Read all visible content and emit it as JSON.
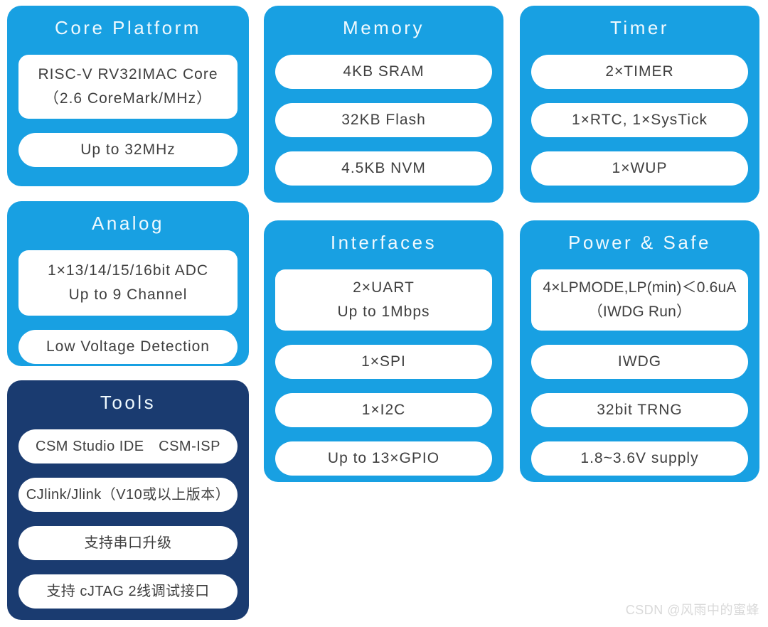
{
  "colors": {
    "card_blue": "#18A0E2",
    "card_navy": "#1A3B70",
    "pill_bg": "#FFFFFF",
    "pill_text": "#3F3F3F",
    "title_text": "#EFF9FE",
    "watermark_text": "#D9D9D9"
  },
  "watermark": {
    "text": "CSDN @风雨中的蜜蜂"
  },
  "cards": [
    {
      "id": "core-platform",
      "title": "Core Platform",
      "theme": "blue",
      "items": [
        {
          "lines": [
            "RISC-V RV32IMAC Core",
            "（2.6 CoreMark/MHz）"
          ]
        },
        {
          "lines": [
            "Up to 32MHz"
          ]
        }
      ]
    },
    {
      "id": "memory",
      "title": "Memory",
      "theme": "blue",
      "items": [
        {
          "lines": [
            "4KB SRAM"
          ]
        },
        {
          "lines": [
            "32KB Flash"
          ]
        },
        {
          "lines": [
            "4.5KB NVM"
          ]
        }
      ]
    },
    {
      "id": "timer",
      "title": "Timer",
      "theme": "blue",
      "items": [
        {
          "lines": [
            "2×TIMER"
          ]
        },
        {
          "lines": [
            "1×RTC, 1×SysTick"
          ]
        },
        {
          "lines": [
            "1×WUP"
          ]
        }
      ]
    },
    {
      "id": "analog",
      "title": "Analog",
      "theme": "blue",
      "items": [
        {
          "lines": [
            "1×13/14/15/16bit ADC",
            "Up to 9 Channel"
          ]
        },
        {
          "lines": [
            "Low Voltage Detection"
          ]
        }
      ]
    },
    {
      "id": "interfaces",
      "title": "Interfaces",
      "theme": "blue",
      "items": [
        {
          "lines": [
            "2×UART",
            "Up to 1Mbps"
          ]
        },
        {
          "lines": [
            "1×SPI"
          ]
        },
        {
          "lines": [
            "1×I2C"
          ]
        },
        {
          "lines": [
            "Up to 13×GPIO"
          ]
        }
      ]
    },
    {
      "id": "power-safe",
      "title": "Power & Safe",
      "theme": "blue",
      "items": [
        {
          "lines": [
            "4×LPMODE,LP(min)＜0.6uA",
            "（IWDG Run）"
          ]
        },
        {
          "lines": [
            "IWDG"
          ]
        },
        {
          "lines": [
            "32bit TRNG"
          ]
        },
        {
          "lines": [
            "1.8~3.6V supply"
          ]
        }
      ]
    },
    {
      "id": "tools",
      "title": "Tools",
      "theme": "navy",
      "items": [
        {
          "lines": [
            "CSM Studio IDE　CSM-ISP"
          ]
        },
        {
          "lines": [
            "CJlink/Jlink（V10或以上版本）"
          ]
        },
        {
          "lines": [
            "支持串口升级"
          ]
        },
        {
          "lines": [
            "支持 cJTAG 2线调试接口"
          ]
        }
      ]
    }
  ]
}
